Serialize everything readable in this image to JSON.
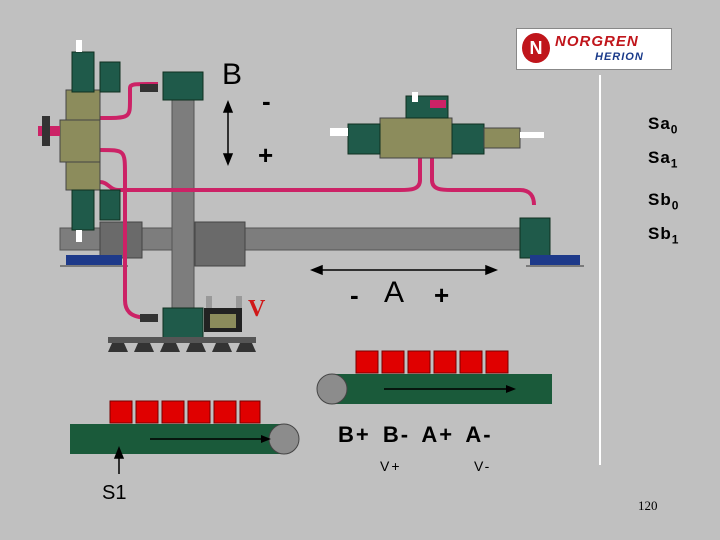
{
  "logo": {
    "mark": "N",
    "line1": "NORGREN",
    "line2": "HERION"
  },
  "cylinder_b": {
    "label": "B",
    "minus": "-",
    "plus": "+"
  },
  "cylinder_a": {
    "minus": "-",
    "label": "A",
    "plus": "+"
  },
  "vacuum": {
    "label": "V"
  },
  "sensors": [
    {
      "base": "Sa",
      "sub": "0"
    },
    {
      "base": "Sa",
      "sub": "1"
    },
    {
      "base": "Sb",
      "sub": "0"
    },
    {
      "base": "Sb",
      "sub": "1"
    }
  ],
  "sequence": {
    "line1": "B+ B- A+ A-",
    "v_plus": "V+",
    "v_minus": "V-"
  },
  "start_switch": "S1",
  "page_number": "120",
  "colors": {
    "background": "#c0c0c0",
    "valve_body": "#8c8c5c",
    "coil": "#1f5a4a",
    "tubing": "#cc2266",
    "box": "#e00000",
    "conveyor": "#1a5a3a",
    "beam": "#7a7a7a"
  }
}
